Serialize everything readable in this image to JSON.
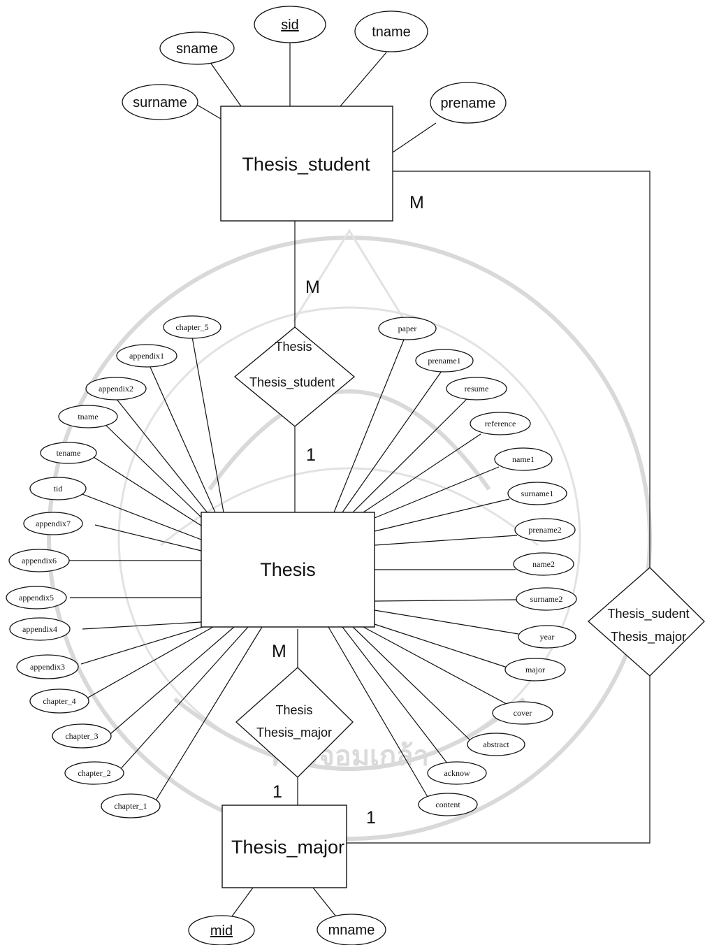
{
  "entities": {
    "thesis_student": "Thesis_student",
    "thesis": "Thesis",
    "thesis_major": "Thesis_major"
  },
  "relationships": {
    "rel_student": [
      "Thesis",
      "Thesis_student"
    ],
    "rel_major": [
      "Thesis",
      "Thesis_major"
    ],
    "rel_student_major": [
      "Thesis_sudent",
      "Thesis_major"
    ]
  },
  "cardinalities": {
    "student_to_thesis_rel": "M",
    "thesis_rel_student_side": "M",
    "thesis_rel_thesis_side": "1",
    "thesis_to_major_rel": "M",
    "major_rel_major_side": "1",
    "major_to_student_major_rel": "1"
  },
  "student_attributes": {
    "sid": "sid",
    "sname": "sname",
    "tname": "tname",
    "surname": "surname",
    "prename": "prename"
  },
  "major_attributes": {
    "mid": "mid",
    "mname": "mname"
  },
  "thesis_attributes_left": [
    "chapter_5",
    "appendix1",
    "appendix2",
    "tname",
    "tename",
    "tid",
    "appendix7",
    "appendix6",
    "appendix5",
    "appendix4",
    "appendix3",
    "chapter_4",
    "chapter_3",
    "chapter_2",
    "chapter_1"
  ],
  "thesis_attributes_right": [
    "paper",
    "prename1",
    "resume",
    "reference",
    "name1",
    "surname1",
    "prename2",
    "name2",
    "surname2",
    "year",
    "major",
    "cover",
    "abstract",
    "acknow",
    "content"
  ],
  "watermark": {
    "text": "พระจอมเกล้า"
  },
  "colors": {
    "line": "#111111",
    "watermark": "#d9d9d9"
  }
}
